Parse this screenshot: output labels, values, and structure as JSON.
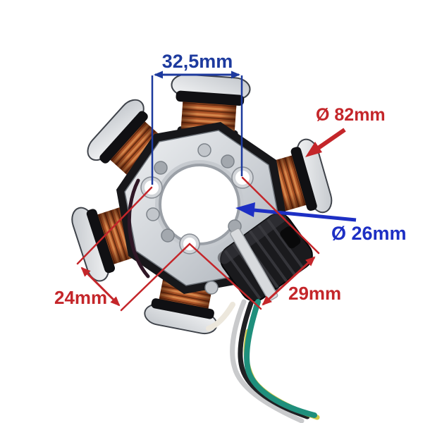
{
  "image_title": "Ignition stator product photo with dimension annotations",
  "figure": {
    "subject": "6-coil magneto stator with pickup connector",
    "parts": [
      "copper-coils",
      "mounting-plate",
      "center-bore",
      "mounting-holes",
      "pickup-connector",
      "cable-tie",
      "lead-wires"
    ],
    "wire_colors": [
      "white",
      "black",
      "green",
      "yellow"
    ]
  },
  "colors": {
    "background": "#ffffff",
    "annotation_blue": "#1d3a9e",
    "annotation_blue_bright": "#1d2fc4",
    "annotation_red": "#c4262a",
    "copper": "#b05a2c",
    "plate_silver": "#d6dade"
  },
  "annotations": {
    "top_width": {
      "label": "32,5mm"
    },
    "outer_diameter": {
      "label": "Ø 82mm"
    },
    "inner_diameter": {
      "label": "Ø 26mm"
    },
    "lower_left_spacing": {
      "label": "24mm"
    },
    "lower_right_spacing": {
      "label": "29mm"
    }
  }
}
